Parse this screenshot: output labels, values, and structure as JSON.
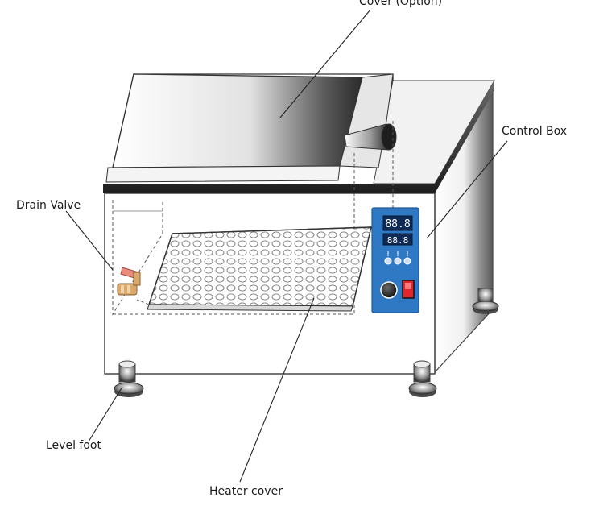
{
  "labels": {
    "cover": "Cover (Option)",
    "control_box": "Control Box",
    "drain_valve": "Drain Valve",
    "level_foot": "Level foot",
    "heater_cover": "Heater cover"
  },
  "display": {
    "top": "88.8",
    "bottom": "88.8"
  },
  "colors": {
    "panel": "#2f78c4",
    "panel_dark": "#1d5a9e",
    "switch": "#e0262b",
    "valve_handle": "#e88a7c",
    "valve_brass": "#d9a86a",
    "outline": "#333333"
  }
}
